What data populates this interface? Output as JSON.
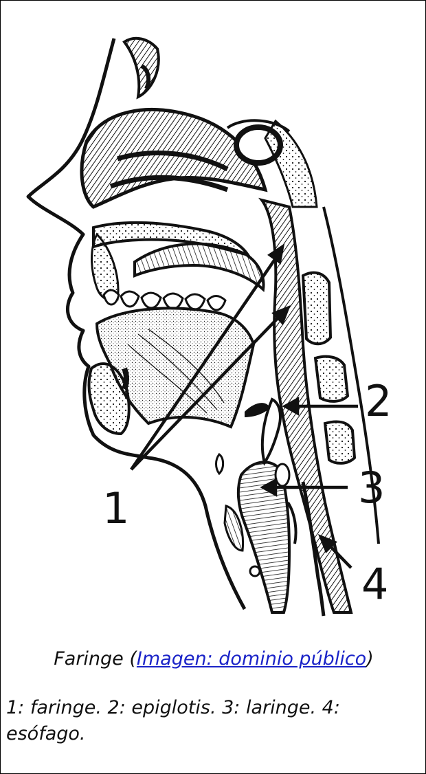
{
  "diagram": {
    "labels": [
      "1",
      "2",
      "3",
      "4"
    ]
  },
  "caption": {
    "text": "Faringe (",
    "link_text": "Imagen: dominio público",
    "close": ")"
  },
  "legend": {
    "text": "1: faringe. 2: epiglotis. 3: laringe. 4: esófago."
  },
  "colors": {
    "ink": "#111111",
    "link": "#1a23c8",
    "background": "#ffffff"
  }
}
